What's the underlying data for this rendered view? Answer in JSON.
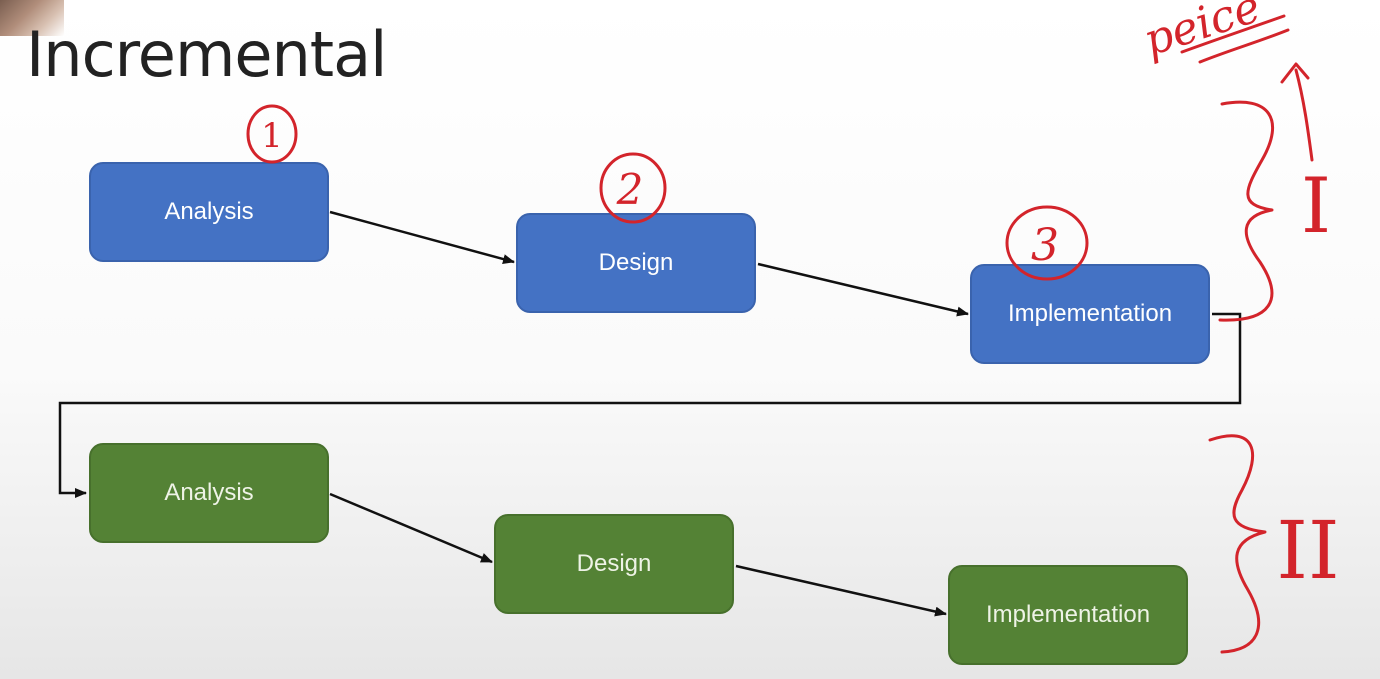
{
  "title": "Incremental",
  "increment_1": {
    "color": "#4472c4",
    "steps": [
      "Analysis",
      "Design",
      "Implementation"
    ]
  },
  "increment_2": {
    "color": "#548235",
    "steps": [
      "Analysis",
      "Design",
      "Implementation"
    ]
  },
  "annotations": {
    "ink_color": "#d3242b",
    "step_numbers": [
      "1",
      "2",
      "3"
    ],
    "brace_labels": [
      "I",
      "II"
    ],
    "scribble_text": "peice"
  }
}
